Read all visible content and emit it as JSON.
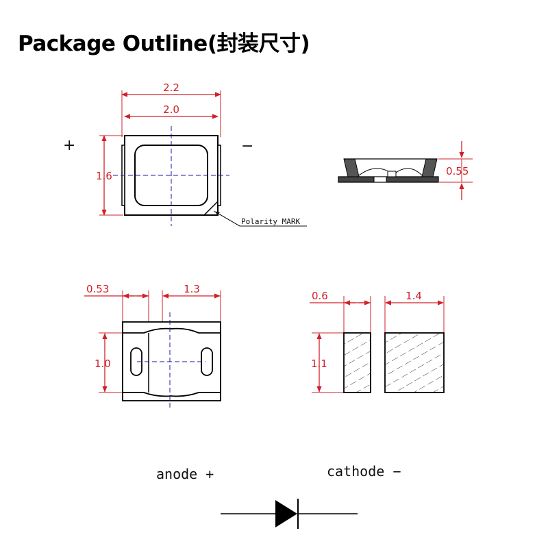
{
  "title": "Package Outline(封装尺寸)",
  "top_view": {
    "width_outer": "2.2",
    "width_inner": "2.0",
    "height": "1.6",
    "plus": "+",
    "minus": "−",
    "polarity": "Polarity MARK"
  },
  "side_view": {
    "thickness": "0.55"
  },
  "bottom_view": {
    "pad_width": "0.53",
    "pad_spacing": "1.3",
    "height": "1.0"
  },
  "footprint": {
    "pad_small": "0.6",
    "pad_large": "1.4",
    "height": "1.1"
  },
  "legend": {
    "anode": "anode +",
    "cathode": "cathode −"
  },
  "colors": {
    "dimension": "#d0202a",
    "centerline": "#1a1aa0",
    "outline": "#000000"
  }
}
